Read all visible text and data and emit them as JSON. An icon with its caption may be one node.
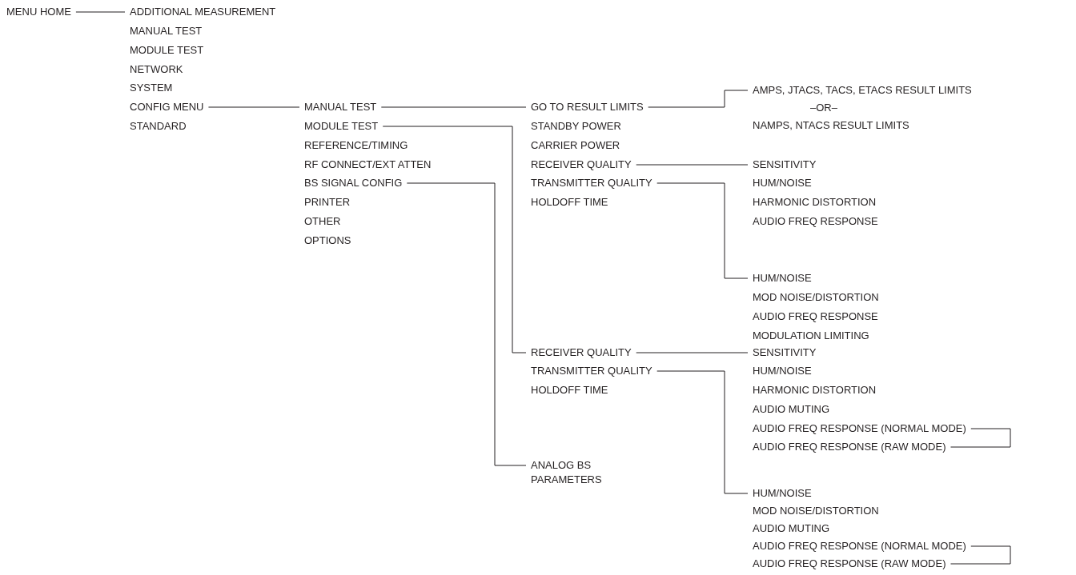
{
  "diagram": {
    "nodes": [
      {
        "text": [
          "MENU HOME"
        ]
      },
      {
        "text": [
          "ADDITIONAL MEASUREMENT"
        ]
      },
      {
        "text": [
          "MANUAL TEST"
        ]
      },
      {
        "text": [
          "MODULE TEST"
        ]
      },
      {
        "text": [
          "NETWORK"
        ]
      },
      {
        "text": [
          "SYSTEM"
        ]
      },
      {
        "text": [
          "CONFIG MENU"
        ]
      },
      {
        "text": [
          "STANDARD"
        ]
      },
      {
        "text": [
          "MANUAL TEST"
        ]
      },
      {
        "text": [
          "MODULE TEST"
        ]
      },
      {
        "text": [
          "REFERENCE/TIMING"
        ]
      },
      {
        "text": [
          "RF CONNECT/EXT ATTEN"
        ]
      },
      {
        "text": [
          "BS SIGNAL CONFIG"
        ]
      },
      {
        "text": [
          "PRINTER"
        ]
      },
      {
        "text": [
          "OTHER"
        ]
      },
      {
        "text": [
          "OPTIONS"
        ]
      },
      {
        "text": [
          "GO TO RESULT LIMITS"
        ]
      },
      {
        "text": [
          "STANDBY POWER"
        ]
      },
      {
        "text": [
          "CARRIER POWER"
        ]
      },
      {
        "text": [
          "RECEIVER QUALITY"
        ]
      },
      {
        "text": [
          "TRANSMITTER QUALITY"
        ]
      },
      {
        "text": [
          "HOLDOFF TIME"
        ]
      },
      {
        "text": [
          "AMPS, JTACS, TACS, ETACS RESULT LIMITS"
        ]
      },
      {
        "text": [
          "NAMPS, NTACS RESULT LIMITS"
        ]
      },
      {
        "text": [
          "SENSITIVITY"
        ]
      },
      {
        "text": [
          "HUM/NOISE"
        ]
      },
      {
        "text": [
          "HARMONIC DISTORTION"
        ]
      },
      {
        "text": [
          "AUDIO FREQ RESPONSE"
        ]
      },
      {
        "text": [
          "HUM/NOISE"
        ]
      },
      {
        "text": [
          "MOD NOISE/DISTORTION"
        ]
      },
      {
        "text": [
          "AUDIO FREQ RESPONSE"
        ]
      },
      {
        "text": [
          "MODULATION LIMITING"
        ]
      },
      {
        "text": [
          "RECEIVER QUALITY"
        ]
      },
      {
        "text": [
          "TRANSMITTER QUALITY"
        ]
      },
      {
        "text": [
          "HOLDOFF TIME"
        ]
      },
      {
        "text": [
          "SENSITIVITY"
        ]
      },
      {
        "text": [
          "HUM/NOISE"
        ]
      },
      {
        "text": [
          "HARMONIC DISTORTION"
        ]
      },
      {
        "text": [
          "AUDIO MUTING"
        ]
      },
      {
        "text": [
          "AUDIO FREQ RESPONSE (NORMAL MODE)"
        ]
      },
      {
        "text": [
          "AUDIO FREQ RESPONSE (RAW MODE)"
        ]
      },
      {
        "text": [
          "ANALOG BS PARAMETERS"
        ]
      },
      {
        "text": [
          "HUM/NOISE"
        ]
      },
      {
        "text": [
          "MOD NOISE/DISTORTION"
        ]
      },
      {
        "text": [
          "AUDIO MUTING"
        ]
      },
      {
        "text": [
          "AUDIO FREQ RESPONSE (NORMAL MODE)"
        ]
      },
      {
        "text": [
          "AUDIO FREQ RESPONSE (RAW MODE)"
        ]
      }
    ],
    "edges": [
      {
        "from": 0,
        "to": 1,
        "arrow": "none"
      },
      {
        "from": 6,
        "to": 8,
        "arrow": "none"
      },
      {
        "from": 8,
        "to": 16,
        "arrow": "none"
      },
      {
        "from": 16,
        "to": 22,
        "arrow": "none"
      },
      {
        "from": 19,
        "to": 24,
        "arrow": "none"
      },
      {
        "from": 20,
        "to": 28,
        "arrow": "none"
      },
      {
        "from": 9,
        "to": 32,
        "arrow": "none"
      },
      {
        "from": 12,
        "to": 41,
        "arrow": "none"
      },
      {
        "from": 32,
        "to": 35,
        "arrow": "none"
      },
      {
        "from": 33,
        "to": 42,
        "arrow": "none"
      },
      {
        "from": 39,
        "to": 40,
        "arrow": "none"
      },
      {
        "from": 45,
        "to": 46,
        "arrow": "none"
      }
    ],
    "labels": [
      "–OR–"
    ]
  }
}
